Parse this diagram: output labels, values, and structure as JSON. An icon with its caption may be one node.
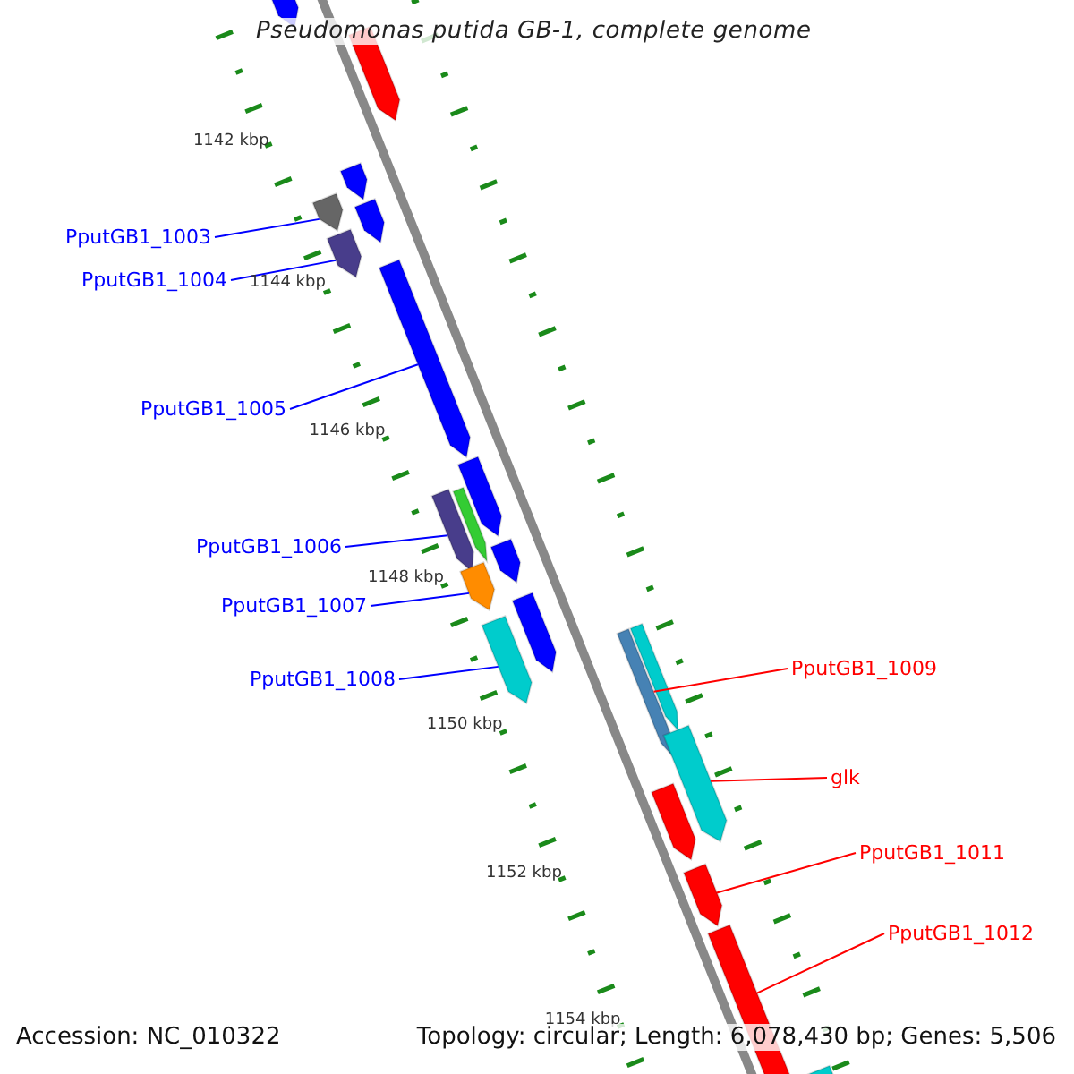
{
  "diagram": {
    "title": "Pseudomonas putida GB-1, complete genome",
    "nodes": [
      {
        "text": [
          "PputGB1_1003"
        ]
      },
      {
        "text": [
          "PputGB1_1004"
        ]
      },
      {
        "text": [
          "PputGB1_1005"
        ]
      },
      {
        "text": [
          "PputGB1_1006"
        ]
      },
      {
        "text": [
          "PputGB1_1007"
        ]
      },
      {
        "text": [
          "PputGB1_1008"
        ]
      },
      {
        "text": [
          "PputGB1_1009"
        ]
      },
      {
        "text": [
          "glk"
        ]
      },
      {
        "text": [
          "PputGB1_1011"
        ]
      },
      {
        "text": [
          "PputGB1_1012"
        ]
      },
      {
        "text": [],
        "shape": "bar"
      },
      {
        "text": [],
        "shape": "bar"
      },
      {
        "text": [],
        "shape": "bar"
      },
      {
        "text": [],
        "shape": "bar"
      },
      {
        "text": [],
        "shape": "bar"
      },
      {
        "text": [],
        "shape": "bar"
      },
      {
        "text": [],
        "shape": "bar"
      },
      {
        "text": [],
        "shape": "bar"
      },
      {
        "text": [],
        "shape": "bar"
      },
      {
        "text": [],
        "shape": "bar"
      },
      {
        "text": [],
        "shape": "bar"
      }
    ],
    "edges": [
      {
        "from": 0,
        "to": 10,
        "arrow": "none"
      },
      {
        "from": 1,
        "to": 11,
        "arrow": "none"
      },
      {
        "from": 2,
        "to": 12,
        "arrow": "none"
      },
      {
        "from": 3,
        "to": 13,
        "arrow": "none"
      },
      {
        "from": 4,
        "to": 14,
        "arrow": "none"
      },
      {
        "from": 5,
        "to": 15,
        "arrow": "none"
      },
      {
        "from": 6,
        "to": 16,
        "arrow": "none",
        "color": "#ff0000"
      },
      {
        "from": 7,
        "to": 17,
        "arrow": "none",
        "color": "#ff0000"
      },
      {
        "from": 8,
        "to": 18,
        "arrow": "none",
        "color": "#ff0000"
      },
      {
        "from": 9,
        "to": 19,
        "arrow": "none",
        "color": "#ff0000"
      }
    ],
    "labels": [
      "1142 kbp",
      "1144 kbp",
      "1146 kbp",
      "1148 kbp",
      "1150 kbp",
      "1152 kbp",
      "1154 kbp",
      "Accession: NC_010322",
      "Topology: circular; Length: 6,078,430 bp; Genes: 5,506"
    ]
  }
}
